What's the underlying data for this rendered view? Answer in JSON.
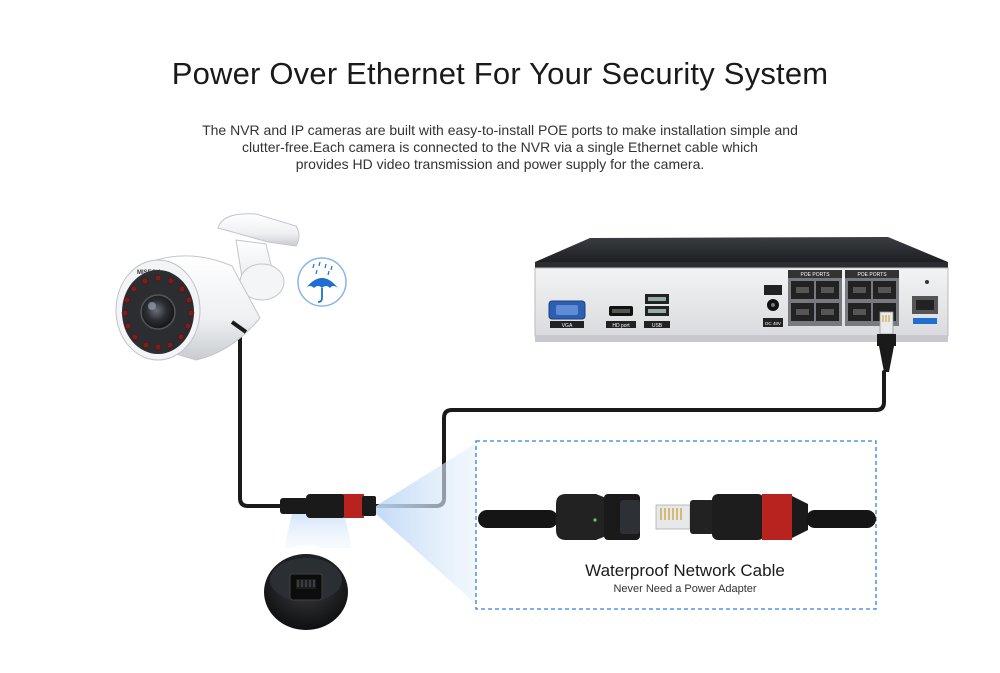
{
  "header": {
    "title": "Power Over Ethernet For Your Security System",
    "description_lines": [
      "The NVR and IP cameras are built with easy-to-install POE ports to make installation simple and",
      "clutter-free.Each camera is connected to the NVR via a single Ethernet cable which",
      "provides HD video transmission and power supply for the camera."
    ]
  },
  "camera": {
    "brand": "MISECU",
    "icon": "waterproof-umbrella-icon"
  },
  "nvr": {
    "port_labels": {
      "vga": "VGA",
      "hdmi": "HD port",
      "usb": "USB",
      "dc": "DC 48V",
      "poe_group_1": "POE PORTS",
      "poe_group_2": "POE PORTS"
    }
  },
  "cable_panel": {
    "title": "Waterproof  Network Cable",
    "subtitle": "Never Need a Power Adapter"
  },
  "colors": {
    "dashed_border": "#2f7fe0",
    "accent_blue": "#1f6fd0",
    "connector_red": "#b8231f"
  }
}
